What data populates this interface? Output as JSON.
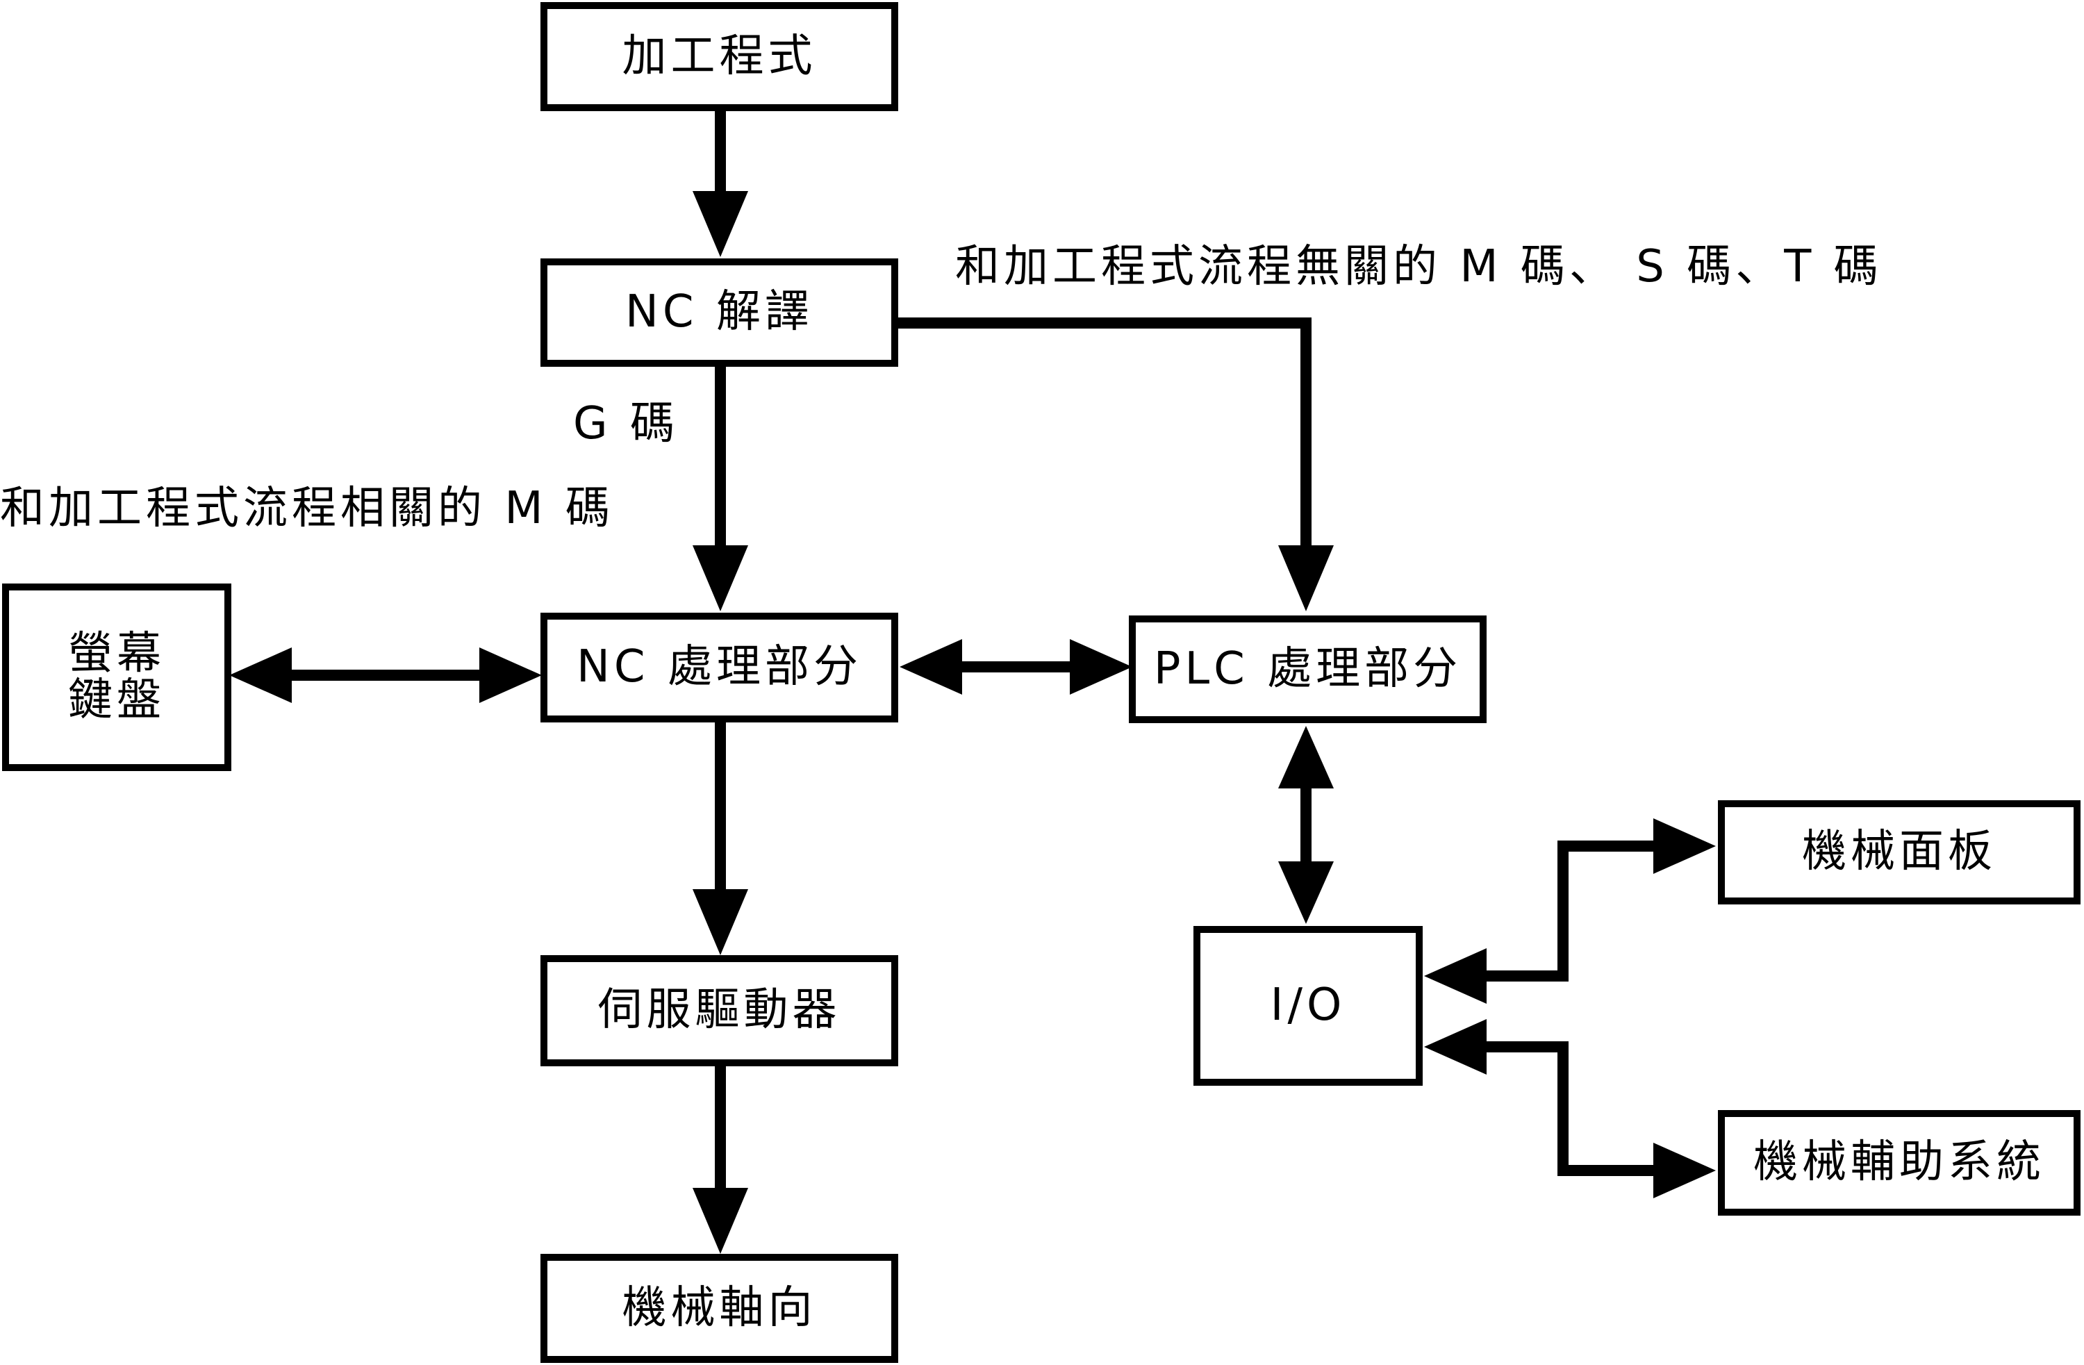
{
  "nodes": {
    "program": "加工程式",
    "decoder": "NC 解譯",
    "nc_processor": "NC 處理部分",
    "plc_processor": "PLC 處理部分",
    "screen_line1": "螢幕",
    "screen_line2": "鍵盤",
    "servo": "伺服驅動器",
    "machine_axis": "機械軸向",
    "io": "I/O",
    "machine_panel": "機械面板",
    "aux_system": "機械輔助系統"
  },
  "labels": {
    "unrelated_codes": "和加工程式流程無關的 M 碼、 S 碼、T 碼",
    "g_code": "G 碼",
    "related_m_code": "和加工程式流程相關的 M 碼"
  }
}
